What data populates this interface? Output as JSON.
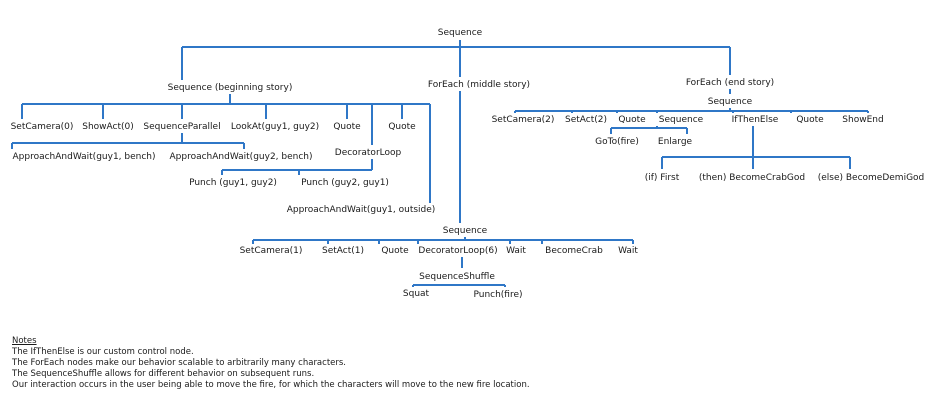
{
  "nodes": {
    "root": "Sequence",
    "seq_begin": "Sequence (beginning story)",
    "foreach_middle": "ForEach (middle story)",
    "foreach_end": "ForEach (end story)",
    "b_setcamera": "SetCamera(0)",
    "b_showact": "ShowAct(0)",
    "b_seqparallel": "SequenceParallel",
    "b_lookat": "LookAt(guy1, guy2)",
    "b_quote1": "Quote",
    "b_quote2": "Quote",
    "b_approach1": "ApproachAndWait(guy1, bench)",
    "b_approach2": "ApproachAndWait(guy2, bench)",
    "b_decoratorloop": "DecoratorLoop",
    "b_punch1": "Punch (guy1, guy2)",
    "b_punch2": "Punch (guy2, guy1)",
    "b_approach_outside": "ApproachAndWait(guy1, outside)",
    "m_sequence": "Sequence",
    "m_setcamera": "SetCamera(1)",
    "m_setact": "SetAct(1)",
    "m_quote": "Quote",
    "m_decoratorloop": "DecoratorLoop(6)",
    "m_wait1": "Wait",
    "m_becomecrab": "BecomeCrab",
    "m_wait2": "Wait",
    "m_seqshuffle": "SequenceShuffle",
    "m_squat": "Squat",
    "m_punchfire": "Punch(fire)",
    "e_sequence": "Sequence",
    "e_setcamera": "SetCamera(2)",
    "e_setact": "SetAct(2)",
    "e_quote1": "Quote",
    "e_sequence2": "Sequence",
    "e_ifthenelse": "IfThenElse",
    "e_quote2": "Quote",
    "e_showend": "ShowEnd",
    "e_gotofire": "GoTo(fire)",
    "e_enlarge": "Enlarge",
    "e_iffirst": "(if) First",
    "e_then": "(then) BecomeCrabGod",
    "e_else": "(else) BecomeDemiGod"
  },
  "notes": {
    "heading": "Notes",
    "lines": [
      "The IfThenElse is our custom control node.",
      "The ForEach nodes make our behavior scalable to arbitrarily many characters.",
      "The SequenceShuffle allows for different behavior on subsequent runs.",
      "Our interaction occurs in the user being able to move the fire, for which the characters will move to the new fire location."
    ]
  },
  "style": {
    "edge_color": "#2f77c7",
    "text_color": "#1a1a1a"
  }
}
